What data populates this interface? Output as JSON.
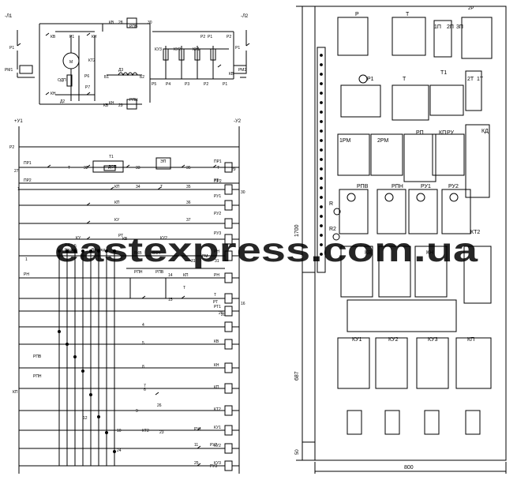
{
  "watermark": {
    "text": "eastexpress.com.ua",
    "color": "#6b3fb0"
  },
  "power_circuit": {
    "left_terminal": "-Л1",
    "right_terminal": "-Л2",
    "labels": [
      "Р1",
      "РМ1",
      "КВ",
      "Р1",
      "КН",
      "М",
      "КТ2",
      "ОДП",
      "Р6",
      "Р7",
      "КН",
      "Д2",
      "КВ",
      "КВ",
      "РПВ",
      "28",
      "30",
      "Р2",
      "Р1",
      "Р2",
      "КУ3",
      "КУ2",
      "КУ1",
      "Д3",
      "Б1",
      "Б2",
      "Р5",
      "Р4",
      "Р3",
      "Р2",
      "Р1",
      "КВ",
      "РМ2",
      "Р1",
      "КН",
      "РПН",
      "29"
    ]
  },
  "control_circuit": {
    "left_supply": "+У1",
    "right_supply": "-У2",
    "left_labels": [
      "Р2",
      "ПР1",
      "27",
      "ПР2",
      "1",
      "1",
      "РН",
      "Р4",
      "3",
      "5",
      "КП",
      "РПН",
      "РПВ",
      "Назад",
      "Вперед"
    ],
    "rung_labels": [
      "Т",
      "32",
      "Т1",
      "ДСП",
      "33",
      "ЭП",
      "35",
      "Т",
      "КП",
      "34",
      "Т",
      "35",
      "КП",
      "36",
      "КУ",
      "37",
      "КУ",
      "КВ",
      "КУ2",
      "ВКВ",
      "ВКН",
      "РМ",
      "31",
      "РПН",
      "РПВ",
      "14",
      "КП",
      "15",
      "Т",
      "РТ",
      "20",
      "4",
      "5",
      "8",
      "9",
      "6",
      "7",
      "12",
      "10",
      "КТ2",
      "23",
      "РУ1",
      "24",
      "11",
      "РУ2",
      "25",
      "РУ3",
      "26",
      "РТ"
    ],
    "coils": [
      "ПР1",
      "ПР2",
      "РТ",
      "РУ1",
      "РУ2",
      "РУ3",
      "РН",
      "РН",
      "Т",
      "РТ1",
      "КВ",
      "КН",
      "КП",
      "КТ2",
      "КУ1",
      "КУ2",
      "КУ3"
    ],
    "right_numbers": [
      "29",
      "30",
      "31",
      "16",
      "20"
    ]
  },
  "panel": {
    "top_label": "2Р",
    "labels": [
      "Р",
      "Т",
      "1П",
      "2П",
      "3П",
      "Р1",
      "Т",
      "Т1",
      "2Т",
      "1Т",
      "1РМ",
      "2РМ",
      "РП",
      "КП",
      "РУ",
      "КД",
      "РПВ",
      "РПН",
      "РУ1",
      "РУ2",
      "R",
      "R2",
      "КТ2",
      "КВ",
      "КН",
      "КУ1",
      "КУ2",
      "КУ3",
      "КП"
    ],
    "dim_height": "1700",
    "dim_mid": "687",
    "dim_bottom": "50",
    "dim_width": "800"
  }
}
